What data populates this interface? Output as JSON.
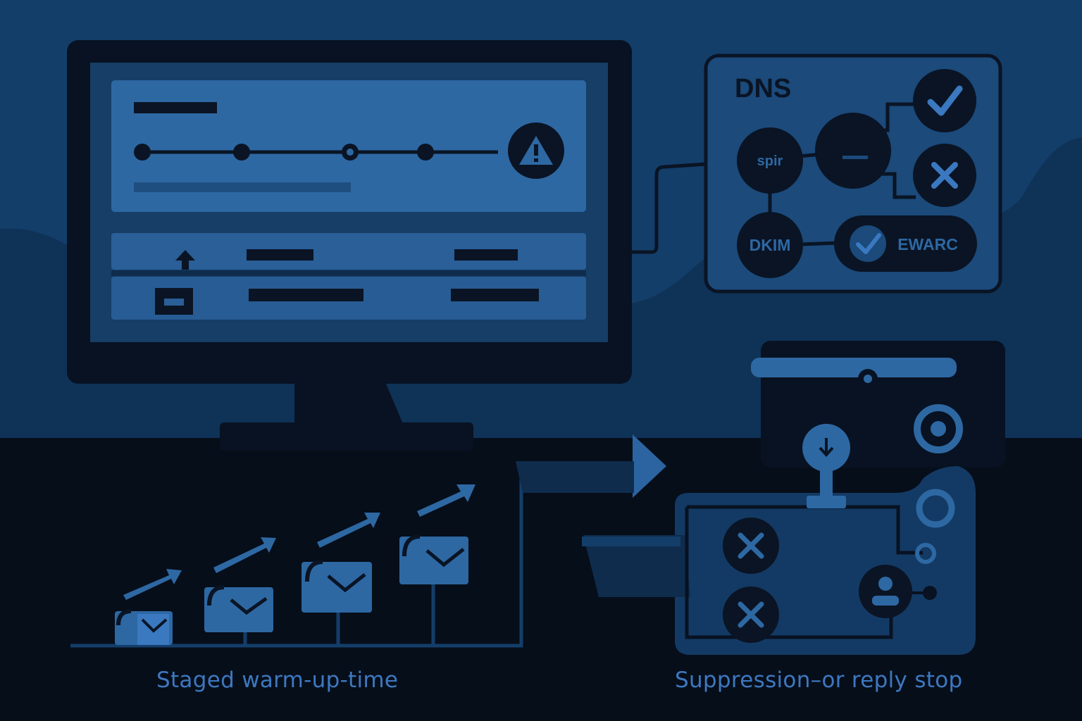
{
  "dns_panel": {
    "title": "DNS",
    "nodes": {
      "spf": "spir",
      "dkim": "DKIM",
      "dmarc": "EWARC"
    }
  },
  "warmup_stages": [
    {
      "level": 1
    },
    {
      "level": 2
    },
    {
      "level": 3
    },
    {
      "level": 4
    }
  ],
  "captions": {
    "left": "Staged warm-up-time",
    "right": "Suppression–or reply  stop"
  },
  "colors": {
    "background_top": "#143e6a",
    "background_mid": "#0f3257",
    "ground": "#060e1a",
    "panel_blue": "#2d68a3",
    "accent_blue": "#3a78c0",
    "dark_ink": "#0a1424",
    "caption_blue": "#3d78c0"
  },
  "icons": [
    "warning-icon",
    "check-icon",
    "cross-icon",
    "mail-icon",
    "growth-arrow-icon",
    "user-icon",
    "target-icon",
    "valve-icon",
    "pointer-right-icon"
  ]
}
